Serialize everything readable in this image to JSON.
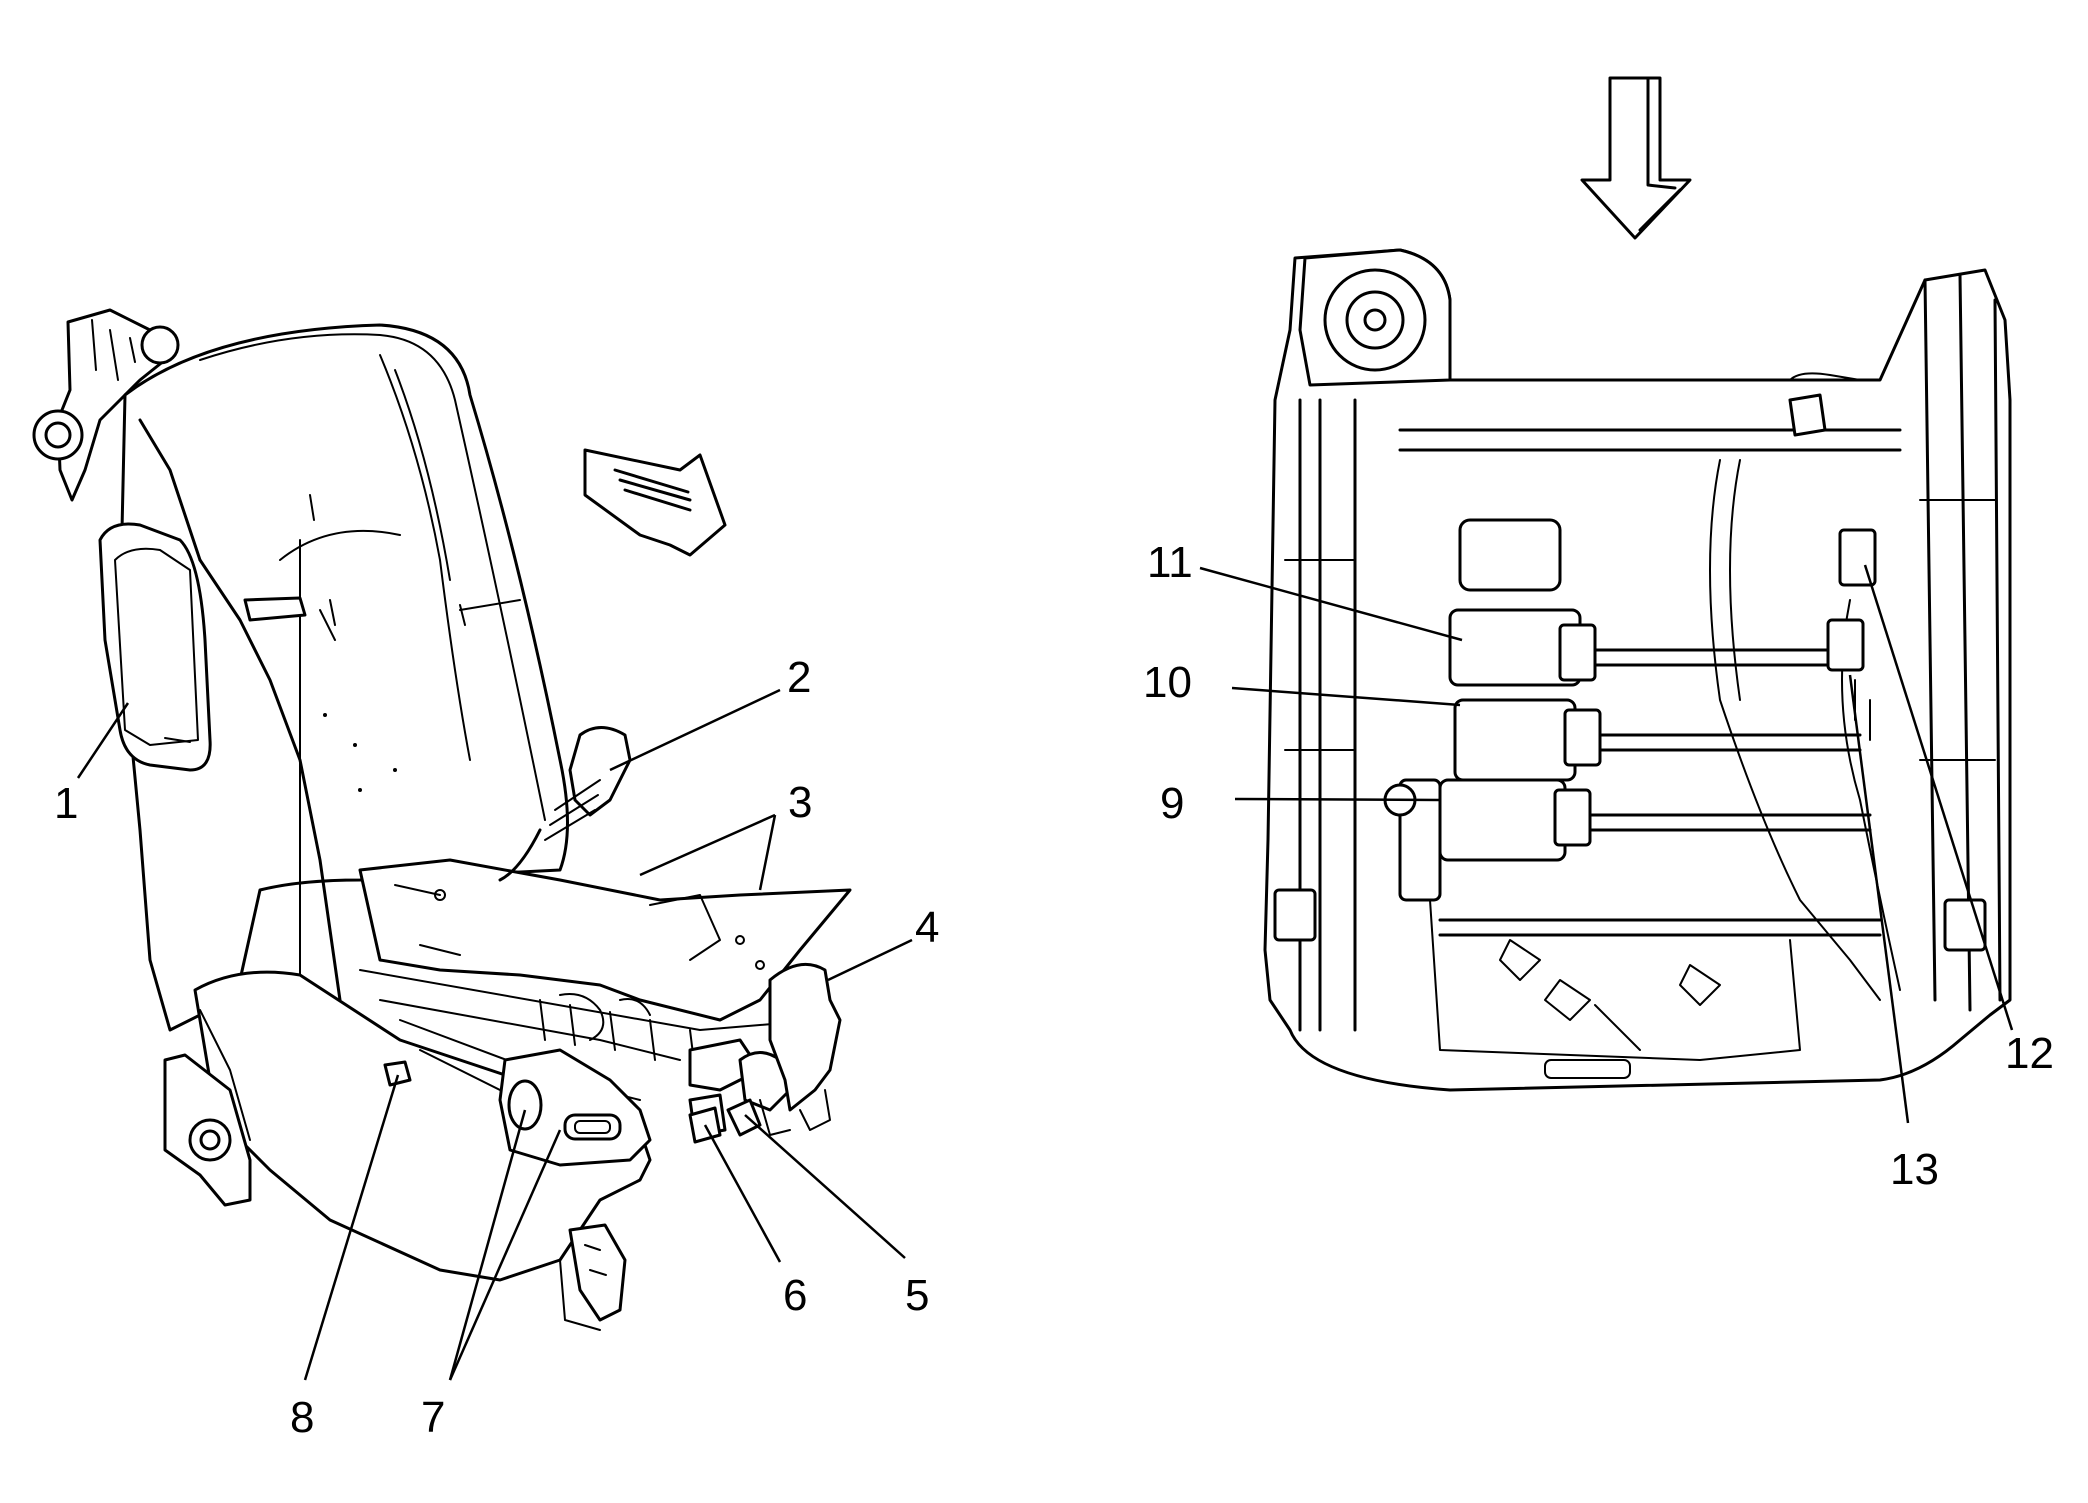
{
  "callouts": {
    "c1": "1",
    "c2": "2",
    "c3": "3",
    "c4": "4",
    "c5": "5",
    "c6": "6",
    "c7": "7",
    "c8": "8",
    "c9": "9",
    "c10": "10",
    "c11": "11",
    "c12": "12",
    "c13": "13"
  },
  "icons": {
    "view_arrow_right": "hollow-diagonal-arrow-icon",
    "view_arrow_down": "hollow-down-arrow-icon"
  },
  "colors": {
    "ink": "#000000",
    "background": "#ffffff"
  }
}
